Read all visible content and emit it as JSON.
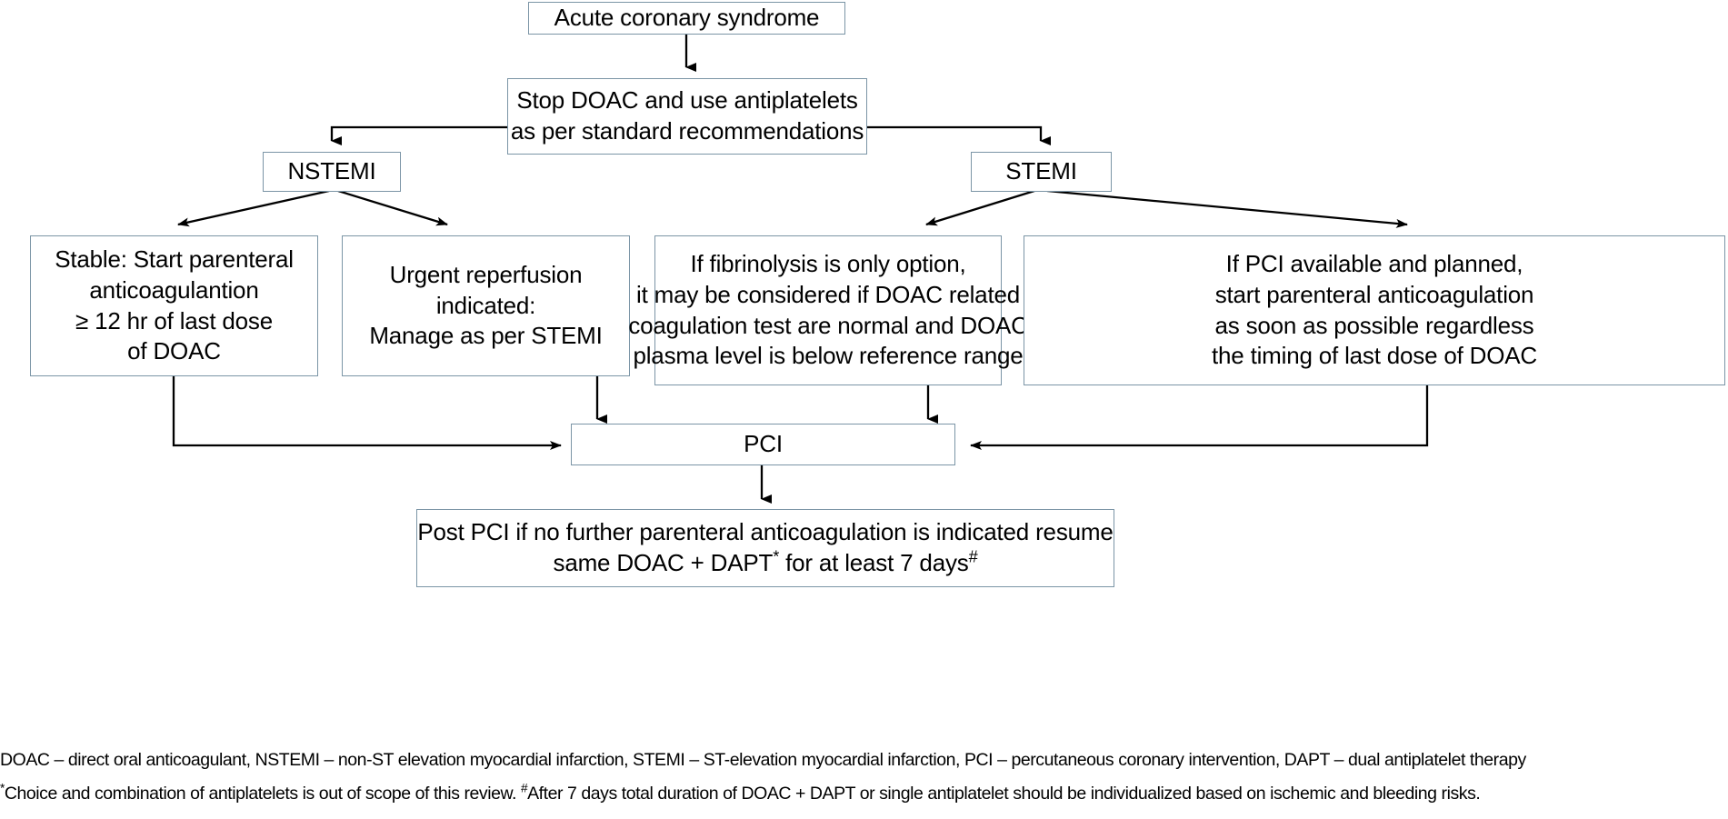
{
  "chart_data": {
    "type": "diagram",
    "title": "Acute coronary syndrome management in patients on DOAC",
    "colors": {
      "box_border": "#7b95a6",
      "connector": "#000000",
      "text": "#000000",
      "background": "#ffffff"
    },
    "nodes": [
      {
        "id": "acs",
        "label": "Acute coronary syndrome",
        "lines": [
          "Acute coronary syndrome"
        ]
      },
      {
        "id": "stop-doac",
        "label": "Stop DOAC and use antiplatelets as per standard recommendations",
        "lines": [
          "Stop DOAC and use antiplatelets",
          "as per standard recommendations"
        ]
      },
      {
        "id": "nstemi",
        "label": "NSTEMI",
        "lines": [
          "NSTEMI"
        ]
      },
      {
        "id": "stemi",
        "label": "STEMI",
        "lines": [
          "STEMI"
        ]
      },
      {
        "id": "stable",
        "label": "Stable: Start parenteral anticoagulantion ≥ 12 hr of last dose of DOAC",
        "lines": [
          "Stable: Start parenteral",
          "anticoagulantion",
          "≥ 12 hr of last dose",
          "of DOAC"
        ]
      },
      {
        "id": "urgent",
        "label": "Urgent reperfusion indicated: Manage as per STEMI",
        "lines": [
          "Urgent reperfusion",
          "indicated:",
          "Manage as per STEMI"
        ]
      },
      {
        "id": "fibrin",
        "label": "If fibrinolysis is only option, it may be considered if DOAC related coagulation test are normal and DOAC plasma level is below reference range",
        "lines": [
          "If fibrinolysis is only option,",
          "it may be considered if DOAC related",
          "coagulation test are normal and DOAC",
          "plasma level is below reference range"
        ]
      },
      {
        "id": "pci-avail",
        "label": "If PCI available and planned, start parenteral anticoagulation as soon as possible regardless the timing of last dose of DOAC",
        "lines": [
          "If PCI available and planned,",
          "start parenteral anticoagulation",
          "as soon as possible regardless",
          "the timing of last dose of DOAC"
        ]
      },
      {
        "id": "pci",
        "label": "PCI",
        "lines": [
          "PCI"
        ]
      },
      {
        "id": "post-pci",
        "label": "Post PCI if no further parenteral anticoagulation is indicated resume same DOAC + DAPT* for at least 7 days#",
        "lines": [
          "Post PCI if no further parenteral anticoagulation is indicated resume",
          "same DOAC + DAPT* for at least 7 days#"
        ]
      }
    ],
    "edges": [
      {
        "from": "acs",
        "to": "stop-doac"
      },
      {
        "from": "stop-doac",
        "to": "nstemi"
      },
      {
        "from": "stop-doac",
        "to": "stemi"
      },
      {
        "from": "nstemi",
        "to": "stable"
      },
      {
        "from": "nstemi",
        "to": "urgent"
      },
      {
        "from": "stemi",
        "to": "fibrin"
      },
      {
        "from": "stemi",
        "to": "pci-avail"
      },
      {
        "from": "stable",
        "to": "pci"
      },
      {
        "from": "urgent",
        "to": "pci"
      },
      {
        "from": "fibrin",
        "to": "pci"
      },
      {
        "from": "pci-avail",
        "to": "pci"
      },
      {
        "from": "pci",
        "to": "post-pci"
      }
    ]
  },
  "boxes": {
    "acs": {
      "l1": "Acute coronary syndrome"
    },
    "stop_doac": {
      "l1": "Stop DOAC and use antiplatelets",
      "l2": "as per standard recommendations"
    },
    "nstemi": {
      "l1": "NSTEMI"
    },
    "stemi": {
      "l1": "STEMI"
    },
    "stable": {
      "l1": "Stable: Start parenteral",
      "l2": "anticoagulantion",
      "l3": "≥ 12 hr of last dose",
      "l4": "of DOAC"
    },
    "urgent": {
      "l1": "Urgent reperfusion",
      "l2": "indicated:",
      "l3": "Manage as per STEMI"
    },
    "fibrinolysis": {
      "l1": "If fibrinolysis is only option,",
      "l2": "it may be considered if DOAC related",
      "l3": "coagulation test are normal and DOAC",
      "l4": "plasma level is below reference range"
    },
    "pci_available": {
      "l1": "If PCI available and planned,",
      "l2": "start parenteral anticoagulation",
      "l3": "as soon as possible regardless",
      "l4": "the timing of last dose of DOAC"
    },
    "pci": {
      "l1": "PCI"
    },
    "post_pci": {
      "l1": "Post PCI if no further parenteral anticoagulation is indicated resume",
      "l2a": "same DOAC + DAPT",
      "l2b": "*",
      "l2c": " for at least 7 days",
      "l2d": "#"
    }
  },
  "footnotes": {
    "line1": "DOAC – direct oral anticoagulant, NSTEMI – non-ST elevation myocardial infarction, STEMI – ST-elevation myocardial infarction, PCI – percutaneous coronary intervention, DAPT – dual antiplatelet therapy",
    "line2_a": "*",
    "line2_b": "Choice and combination of antiplatelets is out of scope of this review. ",
    "line2_c": "#",
    "line2_d": "After 7 days total duration of DOAC + DAPT or single antiplatelet should be individualized based on ischemic and bleeding risks."
  }
}
